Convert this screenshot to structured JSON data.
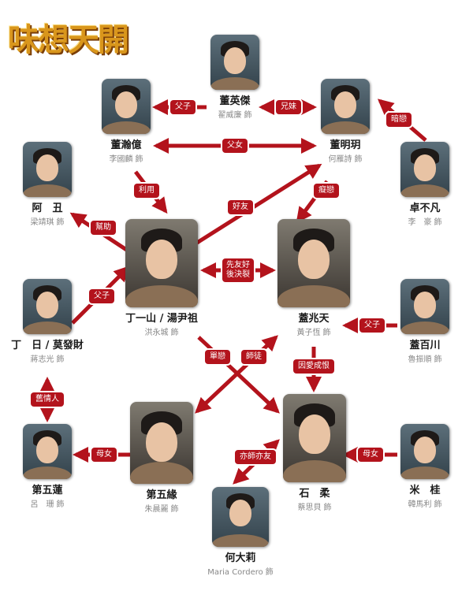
{
  "title": "味想天開",
  "colors": {
    "arrow": "#b3131c",
    "label_bg": "#b3131c",
    "label_text": "#ffffff",
    "name": "#1a1a1a",
    "actor": "#888888"
  },
  "actor_suffix": "飾",
  "characters": {
    "dong_yingjie": {
      "name": "董英傑",
      "actor": "翟威廉"
    },
    "dong_hanyi": {
      "name": "董瀚億",
      "actor": "李國麟"
    },
    "dong_mingyue": {
      "name": "董明玥",
      "actor": "何雁詩"
    },
    "zhuo_bufan": {
      "name": "卓不凡",
      "actor": "李　豪"
    },
    "a_chou": {
      "name": "阿　丑",
      "actor": "梁靖琪"
    },
    "ding_yishan": {
      "name": "丁一山 / 湯尹祖",
      "actor": "洪永城"
    },
    "gai_zhaotian": {
      "name": "蓋兆天",
      "actor": "黃子恆"
    },
    "ding_ri": {
      "name": "丁　日 / 莫發財",
      "actor": "蔣志光"
    },
    "gai_baichuan": {
      "name": "蓋百川",
      "actor": "魯振順"
    },
    "diwu_lian": {
      "name": "第五蓮",
      "actor": "呂　珊"
    },
    "diwu_yuan": {
      "name": "第五緣",
      "actor": "朱晨麗"
    },
    "shi_rou": {
      "name": "石　柔",
      "actor": "蔡思貝"
    },
    "mi_gui": {
      "name": "米　桂",
      "actor": "韓馬利"
    },
    "he_dali": {
      "name": "何大莉",
      "actor": "Maria Cordero"
    }
  },
  "relations": {
    "r_fuzi_top": "父子",
    "r_xiongmei": "兄妹",
    "r_anlian": "暗戀",
    "r_funv": "父女",
    "r_liyong": "利用",
    "r_haoyou": "好友",
    "r_chilian": "癡戀",
    "r_bangzhu": "幫助",
    "r_xianyou_1": "先友好",
    "r_xianyou_2": "後決裂",
    "r_fuzi_left": "父子",
    "r_fuzi_right": "父子",
    "r_danlian": "單戀",
    "r_shitu": "師徒",
    "r_yinai": "因愛成恨",
    "r_jiuqingren": "舊情人",
    "r_munv_left": "母女",
    "r_munv_right": "母女",
    "r_yishi": "亦師亦友"
  }
}
